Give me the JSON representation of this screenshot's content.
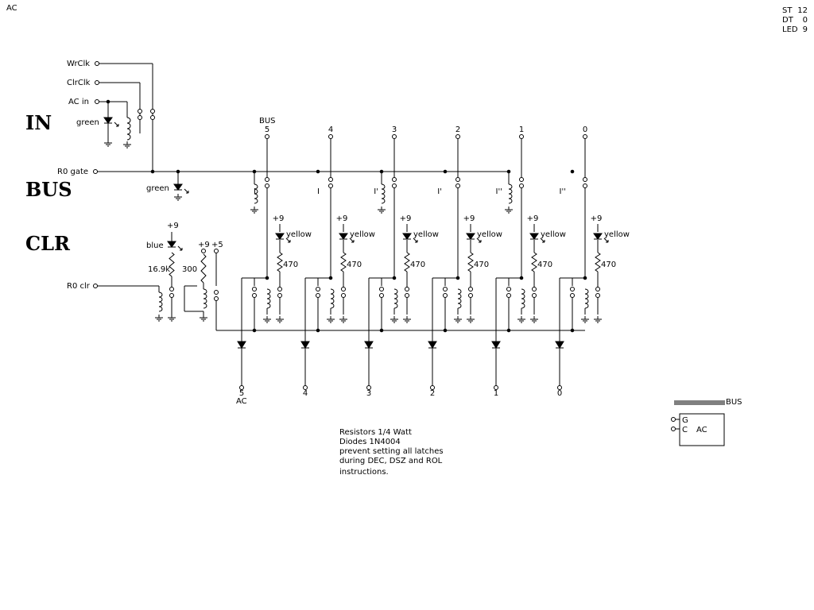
{
  "page_title": "AC",
  "stats": [
    {
      "key": "ST",
      "value": "12"
    },
    {
      "key": "DT",
      "value": "0"
    },
    {
      "key": "LED",
      "value": "9"
    }
  ],
  "section_labels": {
    "in": "IN",
    "bus": "BUS",
    "clr": "CLR"
  },
  "inputs": {
    "wr_clk": "WrClk",
    "clr_clk": "ClrClk",
    "ac_in": "AC in",
    "r0_gate": "R0 gate",
    "r0_clr": "R0 clr"
  },
  "led_colors": {
    "in": "green",
    "bus": "green",
    "clr": "blue",
    "bit": "yellow"
  },
  "supply": {
    "plus9": "+9",
    "plus5": "+5"
  },
  "resistors": {
    "clr": "16.9k",
    "clr2": "300",
    "bit": "470"
  },
  "bus_label": "BUS",
  "bits": [
    {
      "bus_num": "5",
      "relay_label": "I",
      "out_num": "5"
    },
    {
      "bus_num": "4",
      "relay_label": "I",
      "out_num": "4"
    },
    {
      "bus_num": "3",
      "relay_label": "I'",
      "out_num": "3"
    },
    {
      "bus_num": "2",
      "relay_label": "I'",
      "out_num": "2"
    },
    {
      "bus_num": "1",
      "relay_label": "I''",
      "out_num": "1"
    },
    {
      "bus_num": "0",
      "relay_label": "I''",
      "out_num": "0"
    }
  ],
  "out_label": "AC",
  "notes": [
    "Resistors 1/4 Watt",
    "Diodes 1N4004",
    "prevent setting all latches",
    "during DEC, DSZ and ROL",
    "instructions."
  ],
  "symbol": {
    "g": "G",
    "c": "C",
    "name": "AC",
    "bus": "BUS"
  }
}
